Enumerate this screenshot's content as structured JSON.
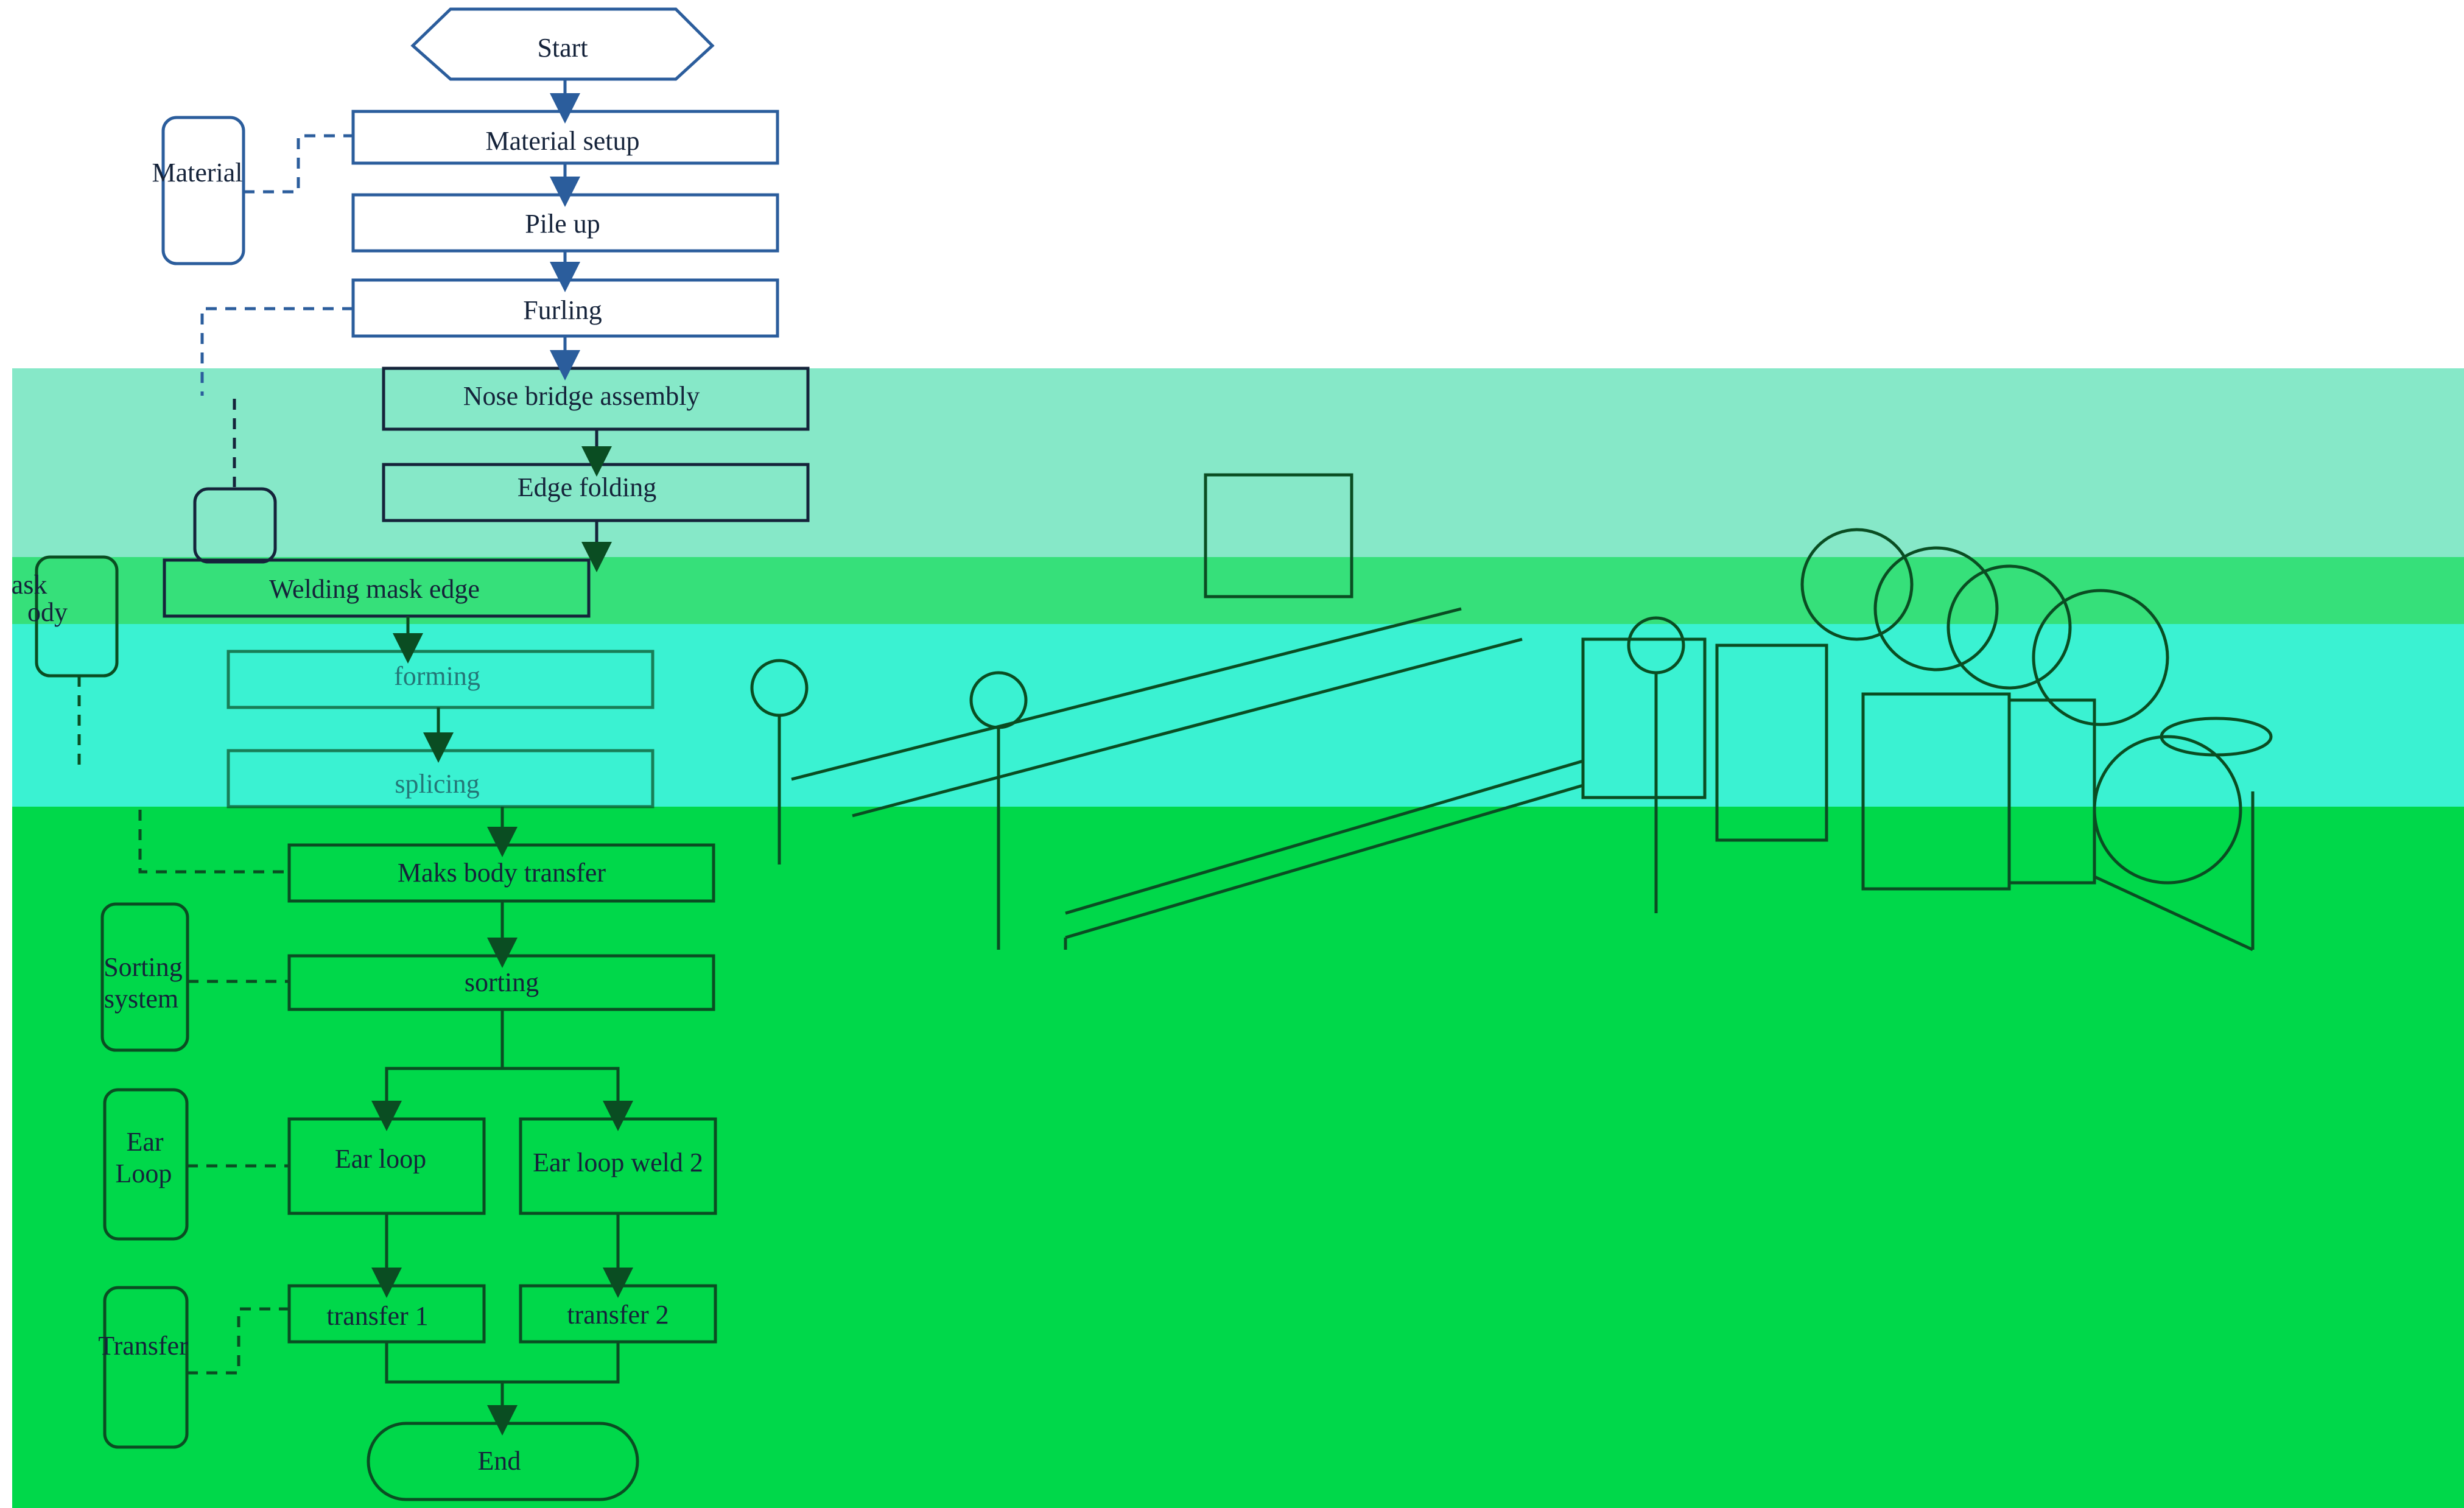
{
  "colors": {
    "ink": "#15233a",
    "arrow": "#2b5d9c",
    "green": "#00d84a",
    "green_dark": "#0a4d22",
    "mint": "#86e8c8",
    "cyan": "#3af2d2",
    "lime": "#36e07a"
  },
  "flowchart": {
    "start": "Start",
    "material_setup": "Material setup",
    "pile_up": "Pile up",
    "furling": "Furling",
    "nose_bridge": "Nose bridge assembly",
    "edge_folding": "Edge folding",
    "welding_edge": "Welding mask edge",
    "forming": "forming",
    "splicing": "splicing",
    "body_transfer": "Maks body transfer",
    "sorting": "sorting",
    "ear_loop_1": "Ear loop",
    "ear_loop_2": "Ear loop weld 2",
    "transfer_1": "transfer  1",
    "transfer_2": "transfer  2",
    "end": "End"
  },
  "side_labels": {
    "material": "Material",
    "mask_body_1": "ask",
    "mask_body_2": "ody",
    "sorting_1": "Sorting",
    "sorting_2": "system",
    "ear_1": "Ear",
    "ear_2": "Loop",
    "transfer": "Transfer"
  }
}
